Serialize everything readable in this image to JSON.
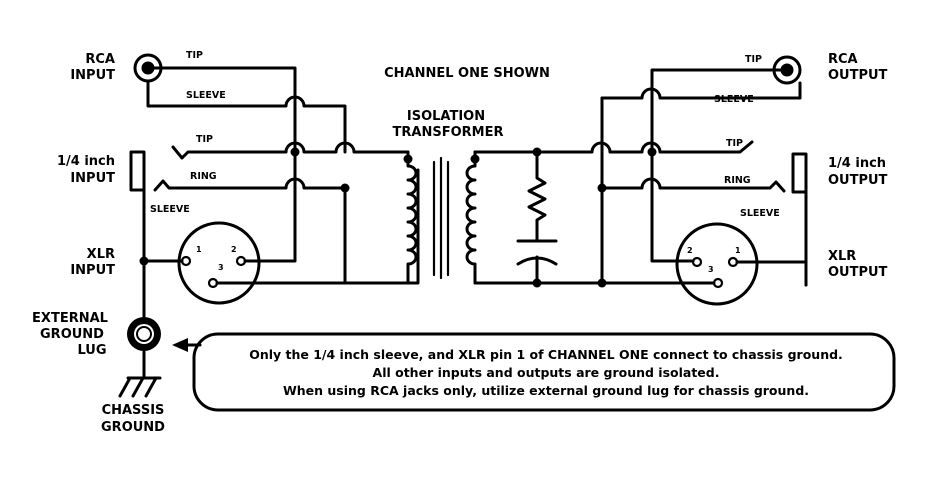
{
  "title": "CHANNEL ONE SHOWN",
  "transformer_label": [
    "ISOLATION",
    "TRANSFORMER"
  ],
  "left": {
    "rca": [
      "RCA",
      "INPUT"
    ],
    "quarter": [
      "1/4 inch",
      "INPUT"
    ],
    "xlr": [
      "XLR",
      "INPUT"
    ],
    "ground_lug": [
      "EXTERNAL",
      "GROUND",
      "LUG"
    ],
    "chassis": [
      "CHASSIS",
      "GROUND"
    ]
  },
  "right": {
    "rca": [
      "RCA",
      "OUTPUT"
    ],
    "quarter": [
      "1/4 inch",
      "OUTPUT"
    ],
    "xlr": [
      "XLR",
      "OUTPUT"
    ]
  },
  "wire_labels": {
    "tip": "TIP",
    "sleeve": "SLEEVE",
    "ring": "RING"
  },
  "pins": {
    "p1": "1",
    "p2": "2",
    "p3": "3"
  },
  "note": [
    "Only the 1/4 inch sleeve, and XLR pin 1 of CHANNEL ONE connect to chassis ground.",
    "All other inputs and outputs are ground isolated.",
    "When using RCA jacks only, utilize external ground lug for chassis ground."
  ]
}
